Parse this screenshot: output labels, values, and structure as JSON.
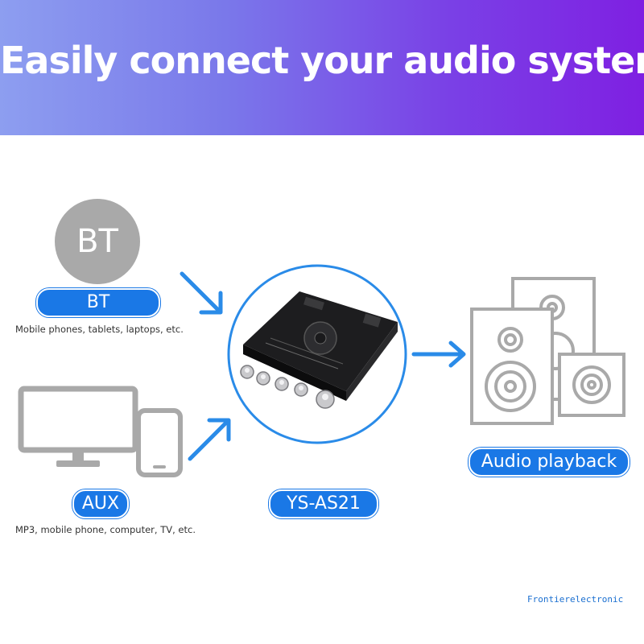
{
  "banner": {
    "title": "Easily connect your audio system"
  },
  "sources": {
    "bt": {
      "icon_text": "BT",
      "label": "BT",
      "caption": "Mobile phones, tablets, laptops, etc."
    },
    "aux": {
      "label": "AUX",
      "caption": "MP3, mobile phone, computer, TV, etc."
    }
  },
  "device": {
    "label": "YS-AS21"
  },
  "output": {
    "label": "Audio playback"
  },
  "watermark": "Frontierelectronic",
  "colors": {
    "accent_blue": "#1a78e6",
    "arrow_blue": "#2a8be8",
    "icon_gray": "#a9a9a9",
    "banner_start": "#8d9ef0",
    "banner_end": "#7f20e2"
  }
}
